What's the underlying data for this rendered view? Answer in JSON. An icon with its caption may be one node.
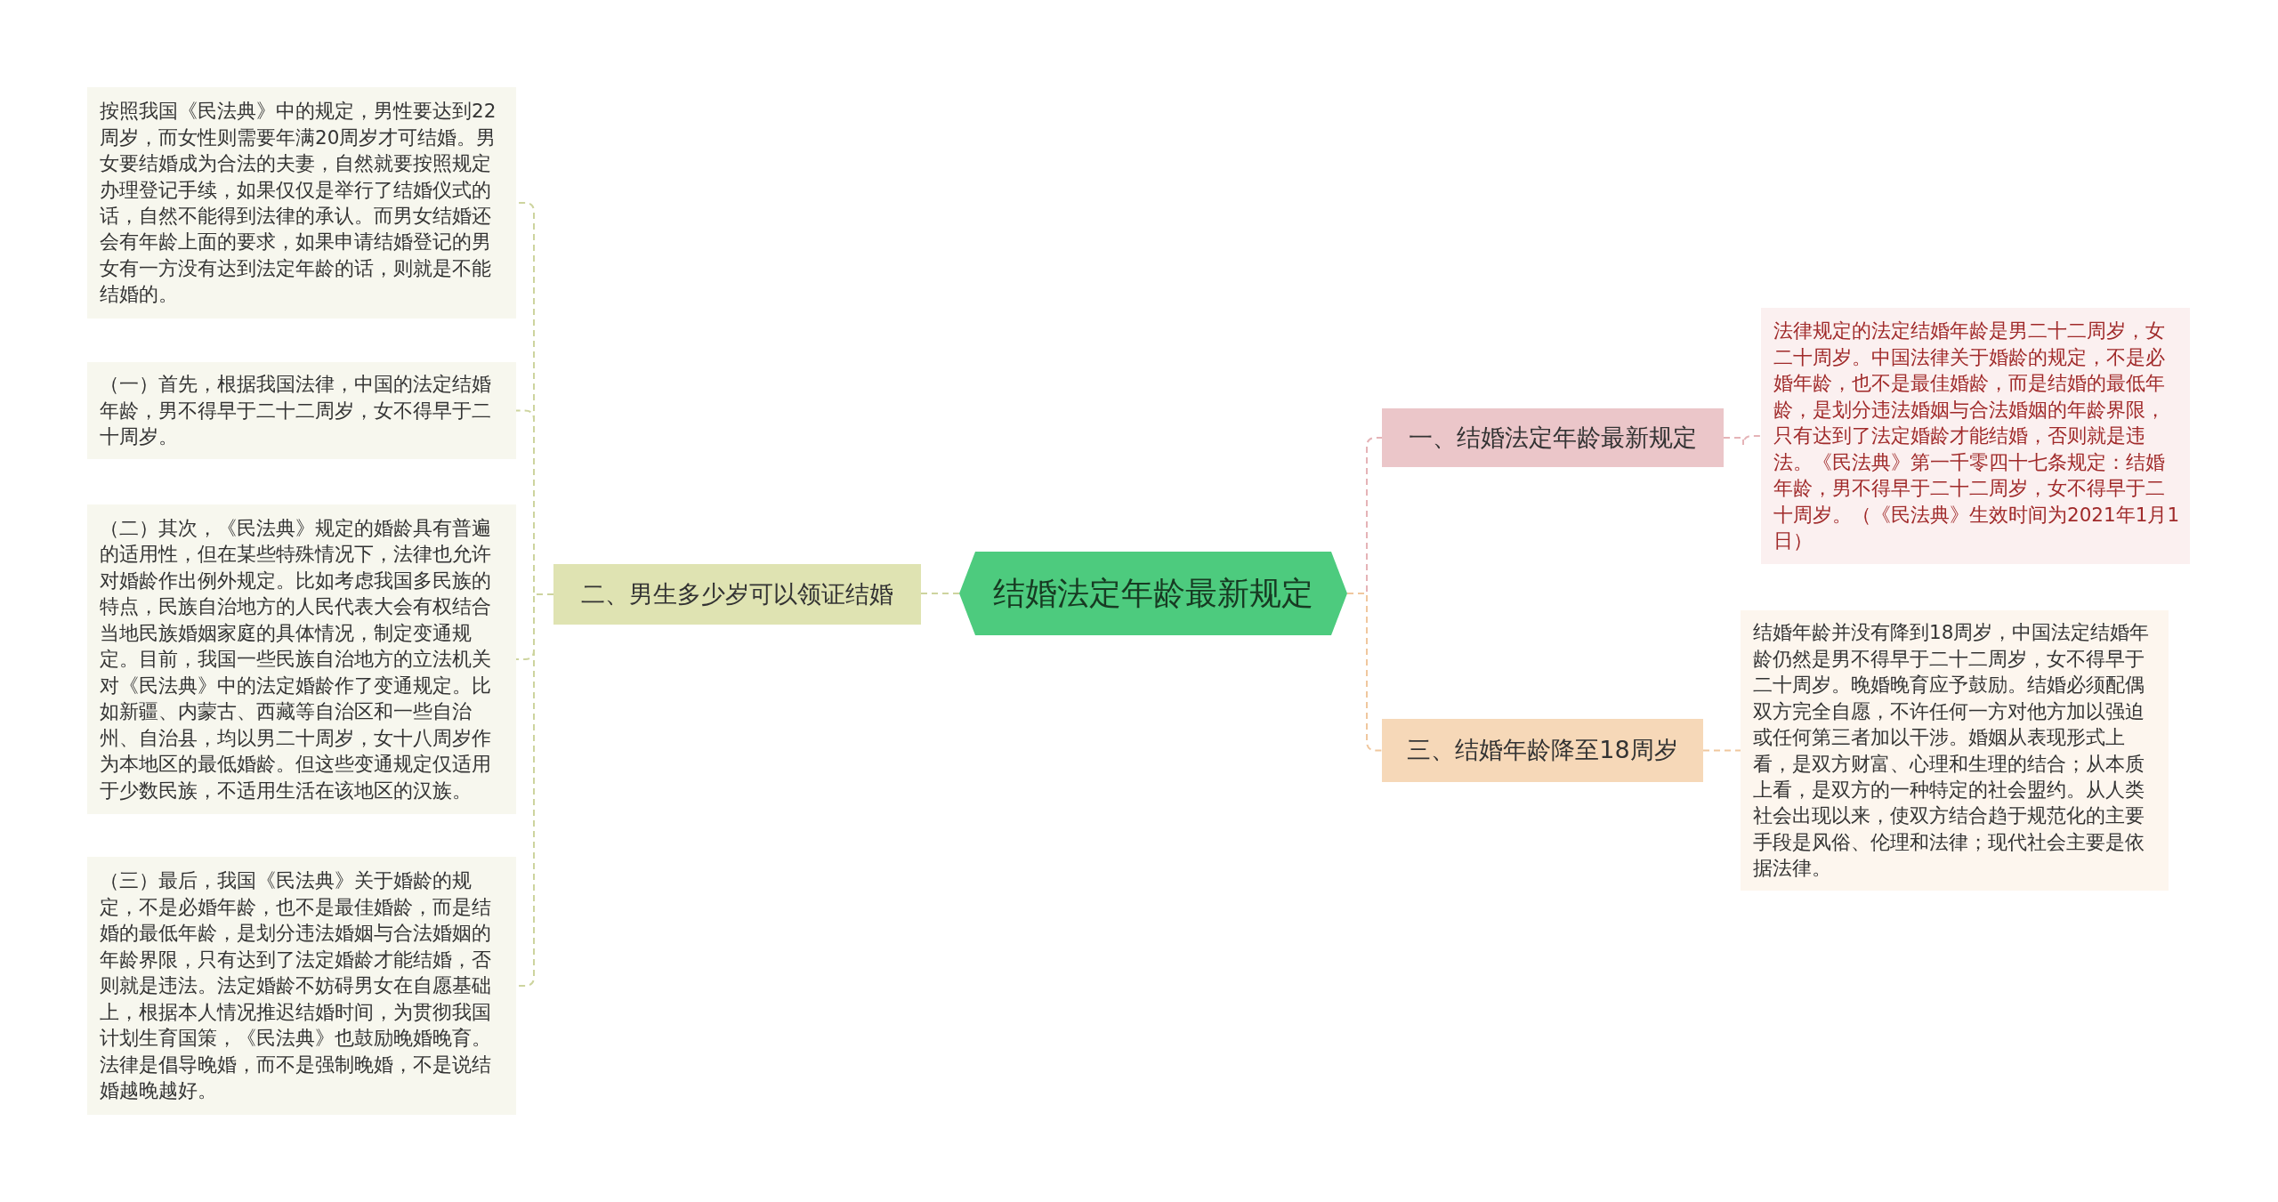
{
  "diagram": {
    "nodes": [
      {
        "text": [
          "结婚法定年龄最新规定"
        ]
      },
      {
        "text": [
          "一、结婚法定年龄最新规定"
        ]
      },
      {
        "text": [
          "法律规定的法定结婚年龄是男二十二周岁，女二十周岁。中国法律关于婚龄的规定，不是必婚年龄，也不是最佳婚龄，而是结婚的最低年龄，是划分违法婚姻与合法婚姻的年龄界限，只有达到了法定婚龄才能结婚，否则就是违法。《民法典》第一千零四十七条规定：结婚年龄，男不得早于二十二周岁，女不得早于二十周岁。（《民法典》生效时间为2021年1月1日）"
        ]
      },
      {
        "text": [
          "三、结婚年龄降至18周岁"
        ]
      },
      {
        "text": [
          "结婚年龄并没有降到18周岁，中国法定结婚年龄仍然是男不得早于二十二周岁，女不得早于二十周岁。晚婚晚育应予鼓励。结婚必须配偶双方完全自愿，不许任何一方对他方加以强迫或任何第三者加以干涉。婚姻从表现形式上看，是双方财富、心理和生理的结合；从本质上看，是双方的一种特定的社会盟约。从人类社会出现以来，使双方结合趋于规范化的主要手段是风俗、伦理和法律；现代社会主要是依据法律。"
        ]
      },
      {
        "text": [
          "二、男生多少岁可以领证结婚"
        ]
      },
      {
        "text": [
          "按照我国《民法典》中的规定，男性要达到22周岁，而女性则需要年满20周岁才可结婚。男女要结婚成为合法的夫妻，自然就要按照规定办理登记手续，如果仅仅是举行了结婚仪式的话，自然不能得到法律的承认。而男女结婚还会有年龄上面的要求，如果申请结婚登记的男女有一方没有达到法定年龄的话，则就是不能结婚的。"
        ]
      },
      {
        "text": [
          "（一）首先，根据我国法律，中国的法定结婚年龄，男不得早于二十二周岁，女不得早于二十周岁。"
        ]
      },
      {
        "text": [
          "（二）其次，《民法典》规定的婚龄具有普遍的适用性，但在某些特殊情况下，法律也允许对婚龄作出例外规定。比如考虑我国多民族的特点，民族自治地方的人民代表大会有权结合当地民族婚姻家庭的具体情况，制定变通规定。目前，我国一些民族自治地方的立法机关对《民法典》中的法定婚龄作了变通规定。比如新疆、内蒙古、西藏等自治区和一些自治州、自治县，均以男二十周岁，女十八周岁作为本地区的最低婚龄。但这些变通规定仅适用于少数民族，不适用生活在该地区的汉族。"
        ]
      },
      {
        "text": [
          "（三）最后，我国《民法典》关于婚龄的规定，不是必婚年龄，也不是最佳婚龄，而是结婚的最低年龄，是划分违法婚姻与合法婚姻的年龄界限，只有达到了法定婚龄才能结婚，否则就是违法。法定婚龄不妨碍男女在自愿基础上，根据本人情况推迟结婚时间，为贯彻我国计划生育国策，《民法典》也鼓励晚婚晚育。法律是倡导晚婚，而不是强制晚婚，不是说结婚越晚越好。"
        ]
      }
    ],
    "edges": [
      {
        "from": 0,
        "to": 1,
        "arrow": "none",
        "style": "dashed",
        "color": "#e5b3b7"
      },
      {
        "from": 1,
        "to": 2,
        "arrow": "none",
        "style": "dashed",
        "color": "#e5b3b7"
      },
      {
        "from": 0,
        "to": 3,
        "arrow": "none",
        "style": "dashed",
        "color": "#f0c79e"
      },
      {
        "from": 3,
        "to": 4,
        "arrow": "none",
        "style": "dashed",
        "color": "#f0c79e"
      },
      {
        "from": 0,
        "to": 5,
        "arrow": "none",
        "style": "dashed"
      },
      {
        "from": 5,
        "to": 6,
        "arrow": "none",
        "style": "dashed"
      },
      {
        "from": 5,
        "to": 7,
        "arrow": "none",
        "style": "dashed"
      },
      {
        "from": 5,
        "to": 8,
        "arrow": "none",
        "style": "dashed"
      },
      {
        "from": 5,
        "to": 9,
        "arrow": "none",
        "style": "dashed"
      }
    ]
  }
}
